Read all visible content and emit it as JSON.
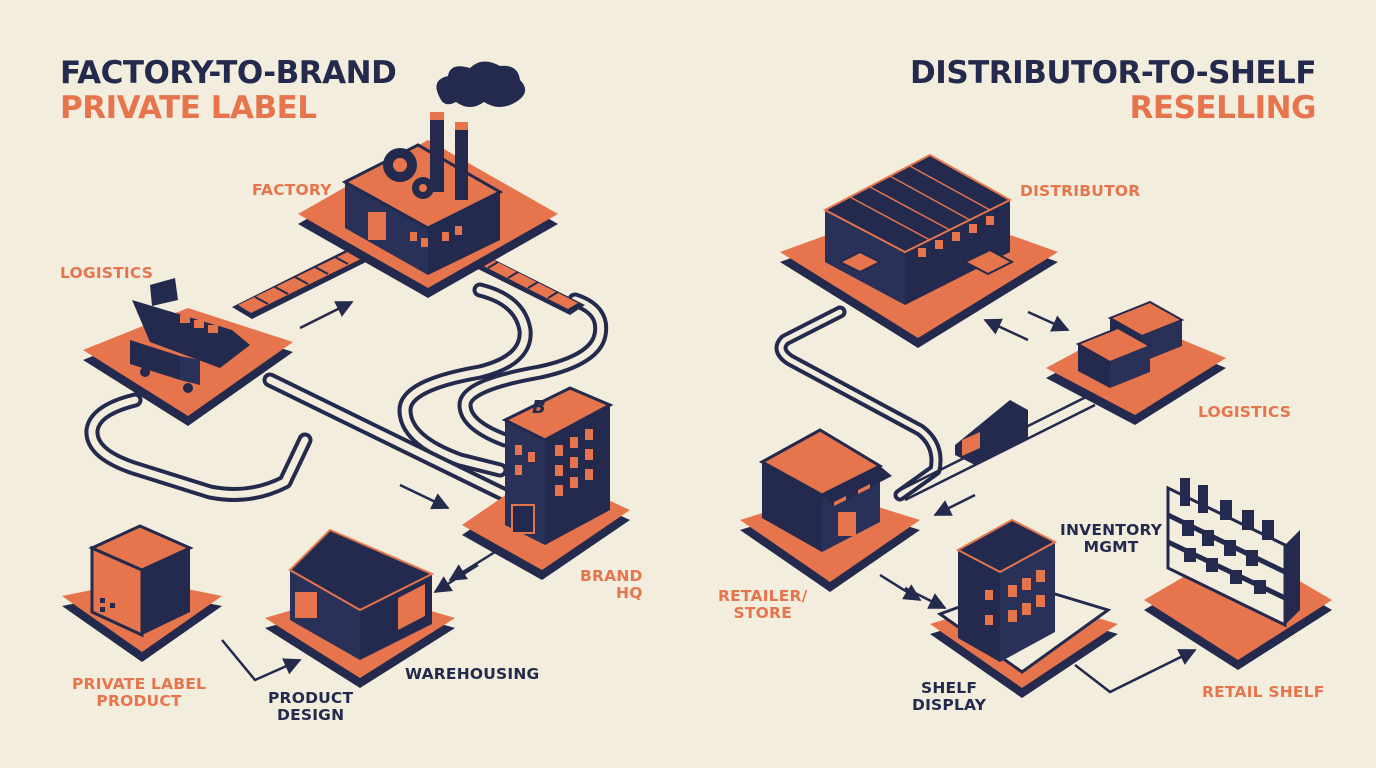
{
  "left": {
    "title_line1": "FACTORY-TO-BRAND",
    "title_line2": "PRIVATE LABEL",
    "nodes": {
      "factory": "FACTORY",
      "logistics": "LOGISTICS",
      "brand_hq_line1": "BRAND",
      "brand_hq_line2": "HQ",
      "private_label_line1": "PRIVATE LABEL",
      "private_label_line2": "PRODUCT",
      "product_design_line1": "PRODUCT",
      "product_design_line2": "DESIGN",
      "warehousing": "WAREHOUSING"
    },
    "logo_letter": "B"
  },
  "right": {
    "title_line1": "DISTRIBUTOR-TO-SHELF",
    "title_line2": "RESELLING",
    "nodes": {
      "distributor": "DISTRIBUTOR",
      "logistics": "LOGISTICS",
      "retailer_line1": "RETAILER/",
      "retailer_line2": "STORE",
      "inventory_line1": "INVENTORY",
      "inventory_line2": "MGMT",
      "shelf_display_line1": "SHELF",
      "shelf_display_line2": "DISPLAY",
      "retail_shelf": "RETAIL SHELF"
    }
  },
  "colors": {
    "navy": "#232a4d",
    "orange": "#e6744c",
    "background": "#f3eddd"
  }
}
